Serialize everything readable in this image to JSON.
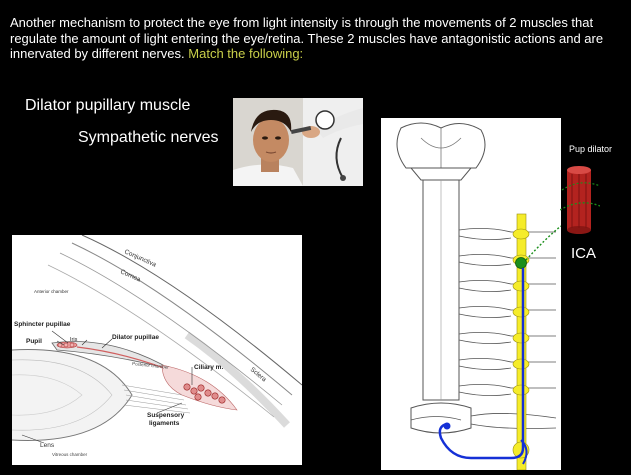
{
  "slide": {
    "intro_main": "Another mechanism to protect the eye from light intensity is through the movements of 2 muscles that regulate the amount of light entering the eye/retina. These 2 muscles have antagonistic actions and are innervated by different nerves.",
    "intro_highlight": "Match the following:",
    "terms": [
      "Dilator pupillary muscle",
      "Sympathetic nerves"
    ],
    "highlight_color": "#c9cf4a"
  },
  "eye_diagram": {
    "labels": {
      "conjunctiva": "Conjunctiva",
      "cornea": "Cornea",
      "anterior_chamber": "Anterior chamber",
      "sphincter_pupillae": "Sphincter pupillae",
      "pupil": "Pupil",
      "iris": "Iris",
      "dilator_pupillae": "Dilator pupillae",
      "posterior_chamber": "Posterior chamber",
      "ciliary_m": "Ciliary m.",
      "sclera": "Sclera",
      "suspensory_ligaments_1": "Suspensory",
      "suspensory_ligaments_2": "ligaments",
      "lens": "Lens",
      "vitreous_chamber": "Vitreous chamber"
    }
  },
  "spine_diagram": {
    "labels": {
      "pup_dilator": "Pup dilator",
      "ica": "ICA"
    },
    "colors": {
      "preganglionic": "#f5ec2a",
      "ganglion": "#1a8f1a",
      "postganglionic": "#1530d6",
      "muscle": "#b3231f"
    }
  }
}
